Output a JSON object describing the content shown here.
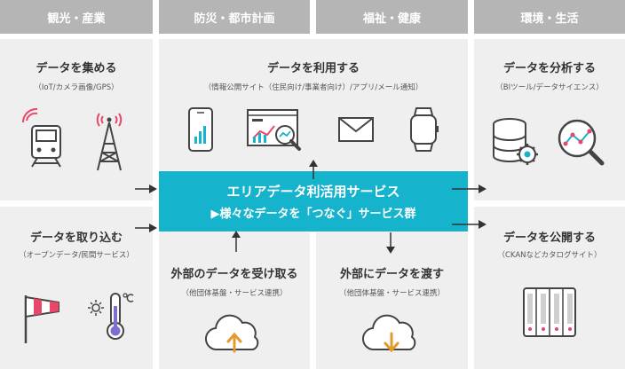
{
  "categories": [
    "観光・産業",
    "防災・都市計画",
    "福祉・健康",
    "環境・生活"
  ],
  "panels": {
    "collect": {
      "title": "データを集める",
      "sub": "（IoT/カメラ画像/GPS）"
    },
    "ingest": {
      "title": "データを取り込む",
      "sub": "（オープンデータ/民間サービス）"
    },
    "use": {
      "title": "データを利用する",
      "sub": "（情報公開サイト（住民向け/事業者向け）/アプリ/メール通知）"
    },
    "receive": {
      "title": "外部のデータを受け取る",
      "sub": "（他団体基盤・サービス連携）"
    },
    "send": {
      "title": "外部にデータを渡す",
      "sub": "（他団体基盤・サービス連携）"
    },
    "analyze": {
      "title": "データを分析する",
      "sub": "（BIツール/データサイエンス）"
    },
    "publish": {
      "title": "データを公開する",
      "sub": "（CKANなどカタログサイト）"
    }
  },
  "hub": {
    "title": "エリアデータ利活用サービス",
    "subtitle": "▶様々なデータを「つなぐ」サービス群"
  },
  "colors": {
    "category": "#b5b5b5",
    "panel": "#efefef",
    "hub": "#16b3cc",
    "accent_red": "#e8476a",
    "accent_cyan": "#16b3cc",
    "icon_stroke": "#444444"
  },
  "icons": [
    "wifi-train-icon",
    "radio-tower-icon",
    "windsock-icon",
    "thermometer-icon",
    "smartphone-chart-icon",
    "dashboard-icon",
    "mail-icon",
    "smartwatch-icon",
    "database-gear-icon",
    "magnifier-chart-icon",
    "cloud-upload-icon",
    "cloud-download-icon",
    "server-icon"
  ]
}
